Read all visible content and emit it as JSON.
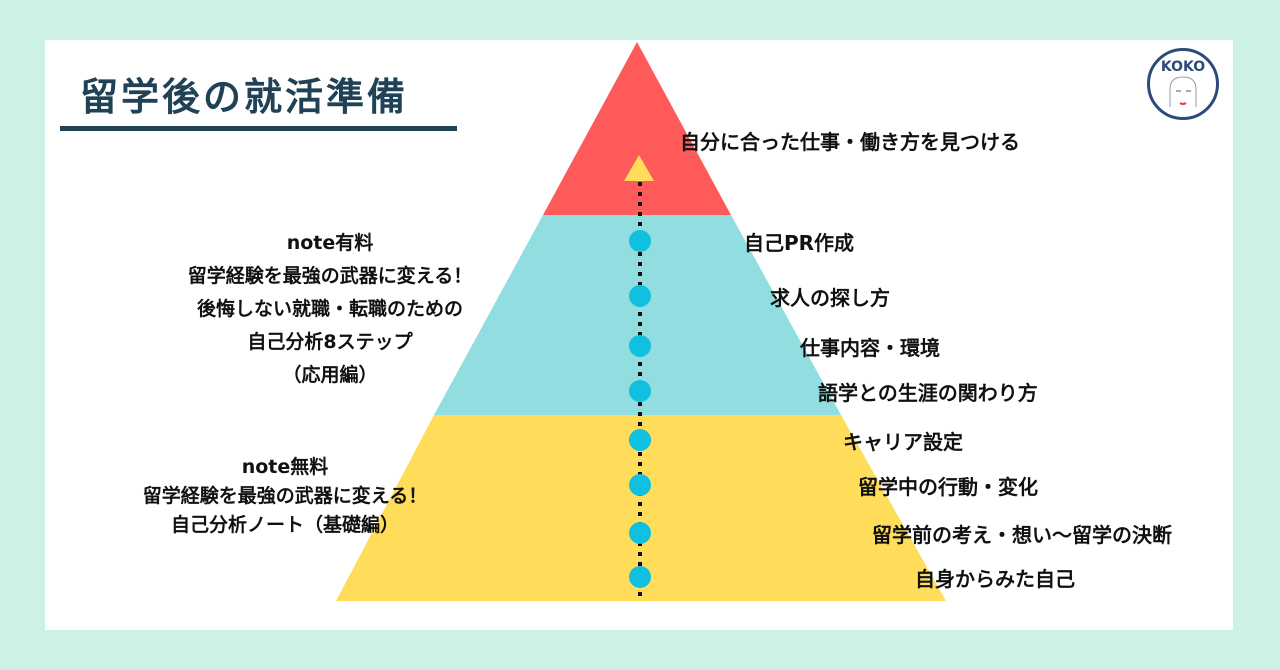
{
  "title": "留学後の就活準備",
  "logo": {
    "text": "KOKO"
  },
  "colors": {
    "background": "#cdf1e6",
    "title": "#1f4256",
    "top_tier": "#ff5a5a",
    "middle_tier": "#92dde0",
    "bottom_tier": "#ffdc5a",
    "dot": "#0fc0e0",
    "arrow": "#ffdc5a"
  },
  "goal": "自分に合った仕事・働き方を見つける",
  "steps": [
    "自己PR作成",
    "求人の探し方",
    "仕事内容・環境",
    "語学との生涯の関わり方",
    "キャリア設定",
    "留学中の行動・変化",
    "留学前の考え・想い〜留学の決断",
    "自身からみた自己"
  ],
  "paid_note": [
    "note有料",
    "留学経験を最強の武器に変える！",
    "後悔しない就職・転職のための",
    "自己分析8ステップ",
    "（応用編）"
  ],
  "free_note": [
    "note無料",
    "留学経験を最強の武器に変える！",
    "自己分析ノート（基礎編）"
  ]
}
